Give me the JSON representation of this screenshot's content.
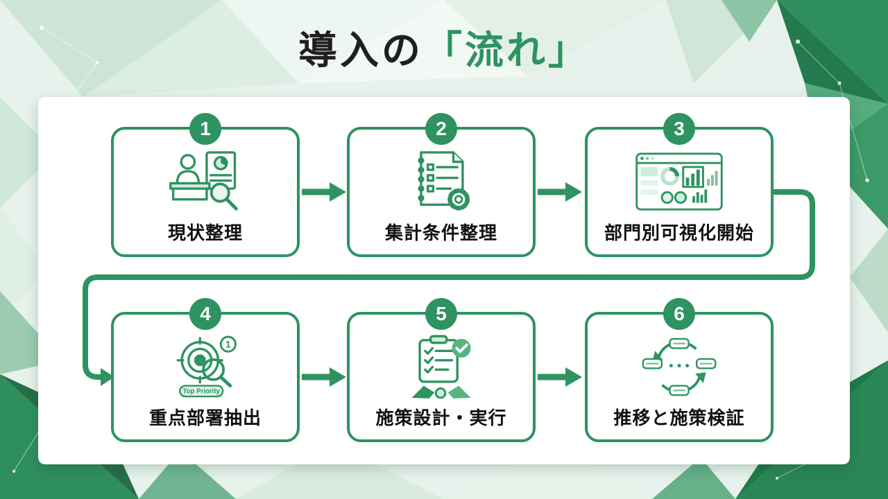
{
  "accent_color": "#2e9360",
  "title": {
    "prefix": "導入の",
    "highlight": "「流れ」"
  },
  "steps": [
    {
      "number": "1",
      "label": "現状整理",
      "icon": "person-analysis-icon"
    },
    {
      "number": "2",
      "label": "集計条件整理",
      "icon": "checklist-gear-icon"
    },
    {
      "number": "3",
      "label": "部門別可視化開始",
      "icon": "dashboard-charts-icon"
    },
    {
      "number": "4",
      "label": "重点部署抽出",
      "icon": "target-magnifier-icon",
      "badge": "Top Priority",
      "icon_number": "1"
    },
    {
      "number": "5",
      "label": "施策設計・実行",
      "icon": "clipboard-handshake-icon"
    },
    {
      "number": "6",
      "label": "推移と施策検証",
      "icon": "cycle-arrows-icon"
    }
  ]
}
